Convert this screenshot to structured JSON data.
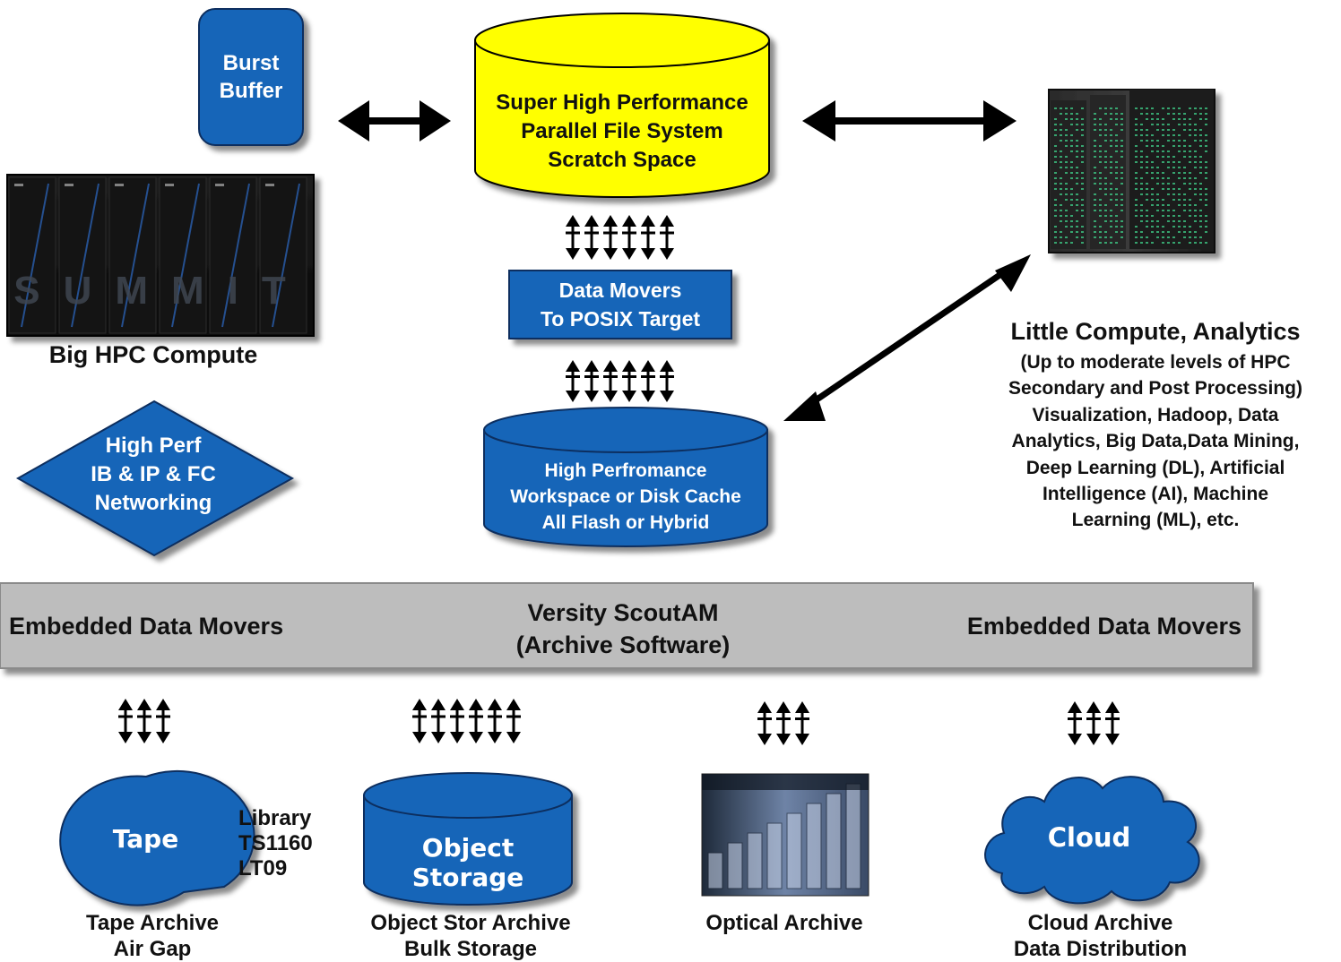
{
  "top": {
    "burst_buffer": [
      "Burst",
      "Buffer"
    ],
    "scratch": [
      "Super High Performance",
      "Parallel File System",
      "Scratch Space"
    ],
    "data_movers": [
      "Data Movers",
      "To POSIX Target"
    ],
    "workspace": [
      "High Perfromance",
      "Workspace or Disk Cache",
      "All Flash or Hybrid"
    ],
    "big_hpc_label": "Big HPC Compute",
    "summit_text": "SUMMIT",
    "network": [
      "High Perf",
      "IB & IP & FC",
      "Networking"
    ],
    "little_compute": {
      "title": "Little Compute, Analytics",
      "lines": [
        "(Up to moderate levels of HPC",
        "Secondary and Post Processing)",
        "Visualization, Hadoop, Data",
        "Analytics, Big Data,Data Mining,",
        "Deep Learning (DL), Artificial",
        "Intelligence (AI), Machine",
        "Learning (ML), etc."
      ]
    }
  },
  "bar": {
    "left": "Embedded Data Movers",
    "center": [
      "Versity ScoutAM",
      "(Archive Software)"
    ],
    "right": "Embedded Data Movers"
  },
  "archives": {
    "tape": {
      "shape_label": "Tape",
      "side": [
        "Library",
        "TS1160",
        "LT09"
      ],
      "caption": [
        "Tape Archive",
        "Air Gap"
      ]
    },
    "object": {
      "shape_label": "Object Storage",
      "caption": [
        "Object Stor Archive",
        "Bulk Storage"
      ]
    },
    "optical": {
      "caption": [
        "Optical Archive"
      ]
    },
    "cloud": {
      "shape_label": "Cloud",
      "caption": [
        "Cloud Archive",
        "Data Distribution"
      ]
    }
  },
  "colors": {
    "blue": "#1565b8",
    "yellow": "#ffff00",
    "bar_gray": "#bdbdbd",
    "text_dark": "#111111"
  }
}
